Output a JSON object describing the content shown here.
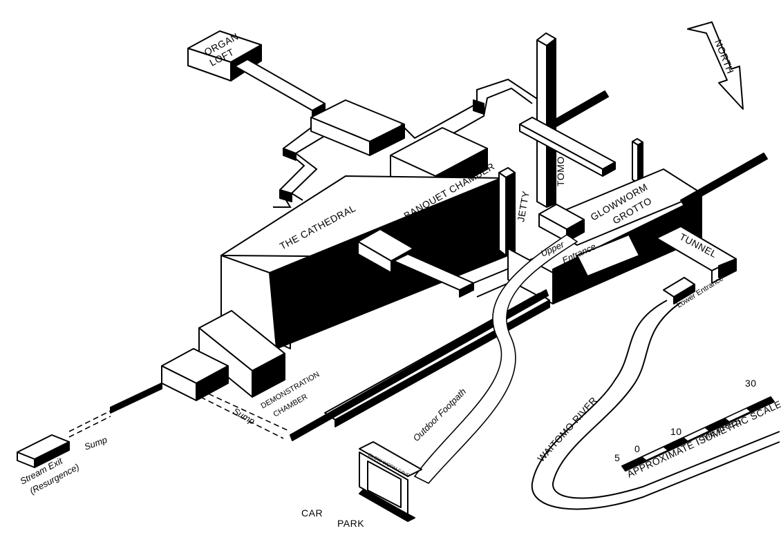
{
  "labels": {
    "organ_loft_1": "ORGAN",
    "organ_loft_2": "LOFT",
    "north": "NORTH",
    "banquet": "BANQUET CHAMBER",
    "cathedral": "THE CATHEDRAL",
    "tomo": "TOMO",
    "jetty": "JETTY",
    "glowworm_1": "GLOWWORM",
    "glowworm_2": "GROTTO",
    "upper_1": "Upper",
    "upper_2": "Entrance",
    "tunnel": "TUNNEL",
    "lower_entrance": "Lower Entrance",
    "demo_1": "DEMONSTRATION",
    "demo_2": "CHAMBER",
    "sump_1": "Sump",
    "sump_2": "Sump",
    "stream_1": "Stream Exit",
    "stream_2": "(Resurgence)",
    "footpath": "Outdoor Footpath",
    "sign": "GLOW-WORM CAVE",
    "car_1": "CAR",
    "car_2": "PARK",
    "river": "WAITOMO RIVER",
    "scale_title": "APPROXIMATE ISOMETRIC SCALE",
    "metres": "METRES"
  },
  "scale": {
    "ticks": [
      "5",
      "0",
      "10",
      "30"
    ]
  }
}
